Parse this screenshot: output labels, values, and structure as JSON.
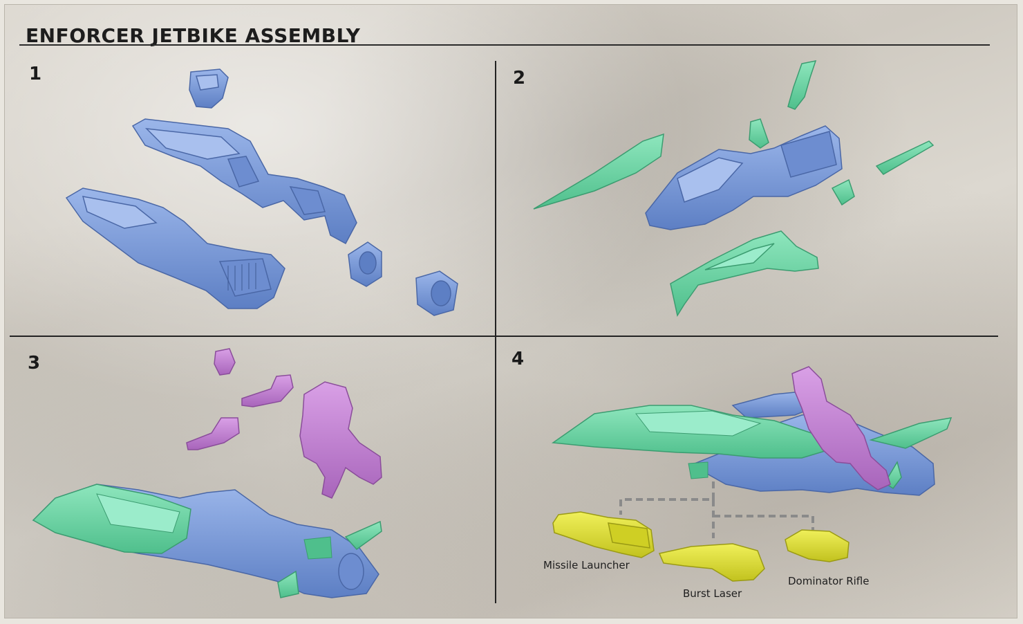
{
  "title": "ENFORCER JETBIKE ASSEMBLY",
  "steps": [
    {
      "number": "1"
    },
    {
      "number": "2"
    },
    {
      "number": "3"
    },
    {
      "number": "4"
    }
  ],
  "weapon_options": [
    {
      "label": "Missile Launcher"
    },
    {
      "label": "Burst Laser"
    },
    {
      "label": "Dominator Rifle"
    }
  ],
  "colors": {
    "hull_parts": "#7f9fdc",
    "armor_parts": "#6fd6a6",
    "rider_parts": "#c784d6",
    "weapon_parts": "#dede2e",
    "connector": "#8a8a8a"
  }
}
